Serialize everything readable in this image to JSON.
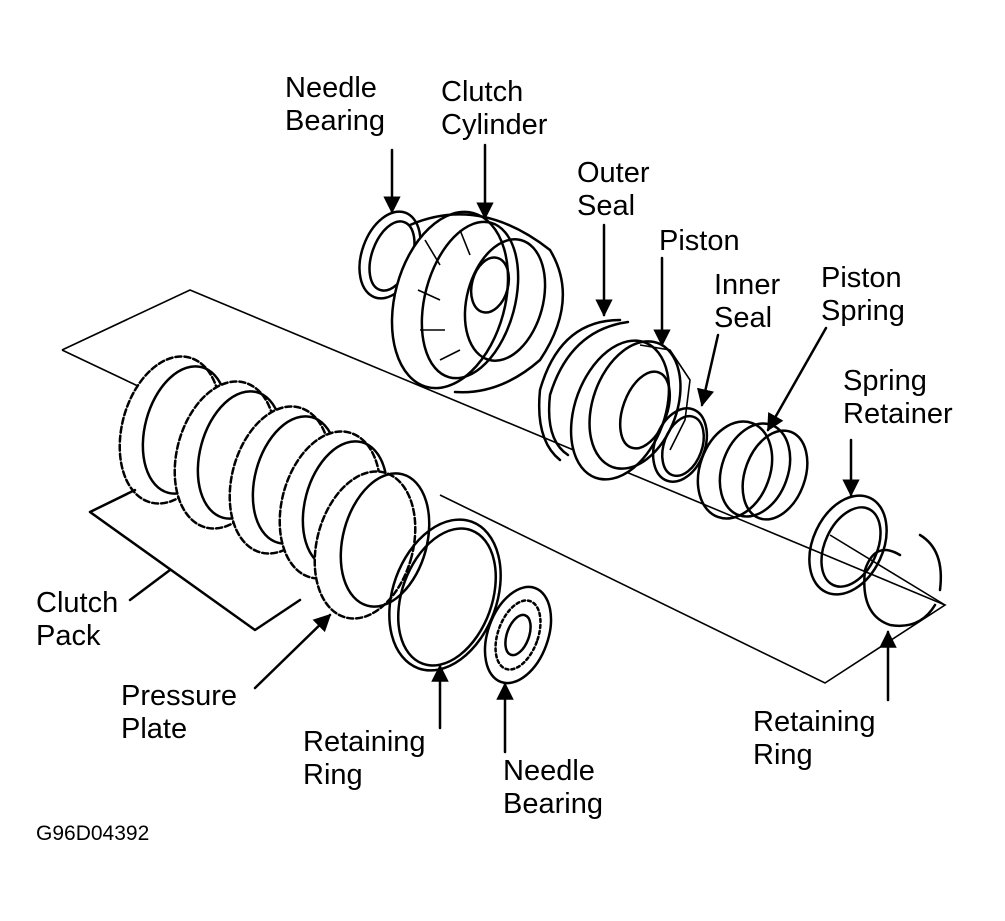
{
  "diagram": {
    "title": "Clutch Assembly Exploded View",
    "figure_code": "G96D04392",
    "labels": {
      "needle_bearing_top": "Needle\nBearing",
      "clutch_cylinder": "Clutch\nCylinder",
      "outer_seal": "Outer\nSeal",
      "piston": "Piston",
      "inner_seal": "Inner\nSeal",
      "piston_spring": "Piston\nSpring",
      "spring_retainer": "Spring\nRetainer",
      "clutch_pack": "Clutch\nPack",
      "pressure_plate": "Pressure\nPlate",
      "retaining_ring_bottom": "Retaining\nRing",
      "needle_bearing_bottom": "Needle\nBearing",
      "retaining_ring_right": "Retaining\nRing"
    },
    "colors": {
      "ink": "#000000",
      "background": "#ffffff"
    }
  }
}
